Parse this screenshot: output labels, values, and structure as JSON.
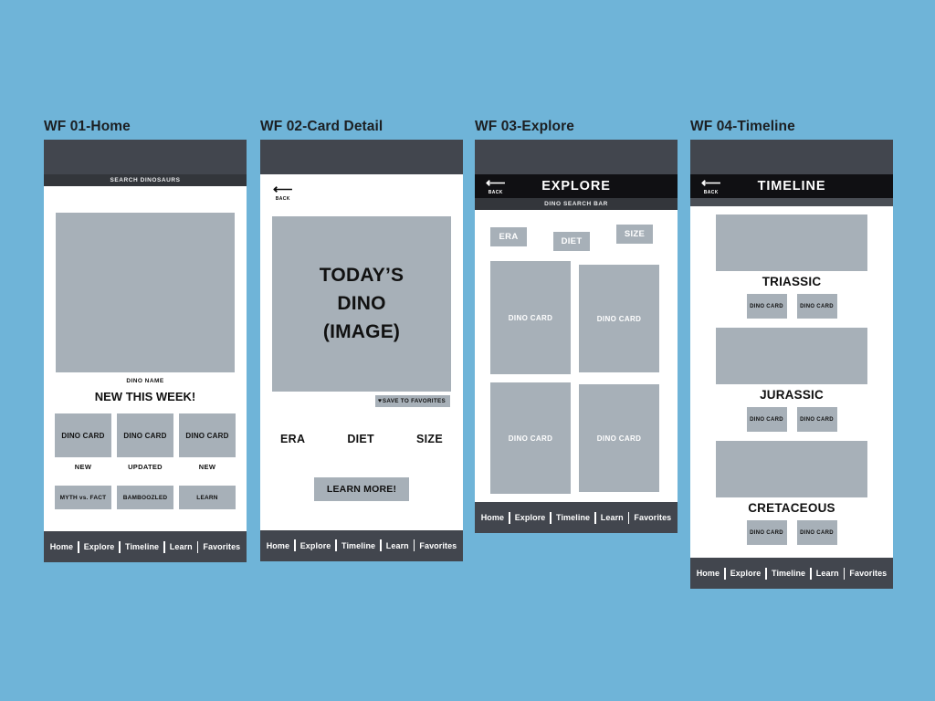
{
  "background_color": "#6fb4d8",
  "palette": {
    "header_dark": "#42464e",
    "titlebar_black": "#101013",
    "search_strip": "#33363b",
    "card_gray": "#a7b0b8",
    "frame_white": "#ffffff",
    "text_dark": "#111111",
    "text_light": "#ffffff"
  },
  "bottom_nav": {
    "items": [
      "Home",
      "Explore",
      "Timeline",
      "Learn",
      "Favorites"
    ]
  },
  "panels": [
    {
      "title": "WF 01-Home",
      "search_bar_label": "SEARCH DINOSAURS",
      "hero_caption": "DINO NAME",
      "section_heading": "NEW THIS WEEK!",
      "cards": [
        {
          "label": "DINO CARD",
          "badge": "NEW"
        },
        {
          "label": "DINO CARD",
          "badge": "UPDATED"
        },
        {
          "label": "DINO CARD",
          "badge": "NEW"
        }
      ],
      "chips": [
        "MYTH vs. FACT",
        "BAMBOOZLED",
        "LEARN"
      ]
    },
    {
      "title": "WF 02-Card Detail",
      "back_label": "BACK",
      "back_icon": "left-arrow-icon",
      "hero_lines": [
        "TODAY’S",
        "DINO",
        "(IMAGE)"
      ],
      "favorite_button": {
        "label": "SAVE TO FAVORITES",
        "icon": "heart-icon",
        "glyph": "♥"
      },
      "attributes": [
        "ERA",
        "DIET",
        "SIZE"
      ],
      "cta_label": "LEARN MORE!"
    },
    {
      "title": "WF 03-Explore",
      "back_label": "BACK",
      "bar_title": "EXPLORE",
      "search_bar_label": "DINO SEARCH BAR",
      "filters": [
        "ERA",
        "DIET",
        "SIZE"
      ],
      "cards": [
        "DINO CARD",
        "DINO CARD",
        "DINO CARD",
        "DINO CARD"
      ]
    },
    {
      "title": "WF 04-Timeline",
      "back_label": "BACK",
      "bar_title": "TIMELINE",
      "eras": [
        {
          "name": "TRIASSIC",
          "cards": [
            "DINO CARD",
            "DINO CARD"
          ]
        },
        {
          "name": "JURASSIC",
          "cards": [
            "DINO CARD",
            "DINO CARD"
          ]
        },
        {
          "name": "CRETACEOUS",
          "cards": [
            "DINO CARD",
            "DINO CARD"
          ]
        }
      ]
    }
  ]
}
